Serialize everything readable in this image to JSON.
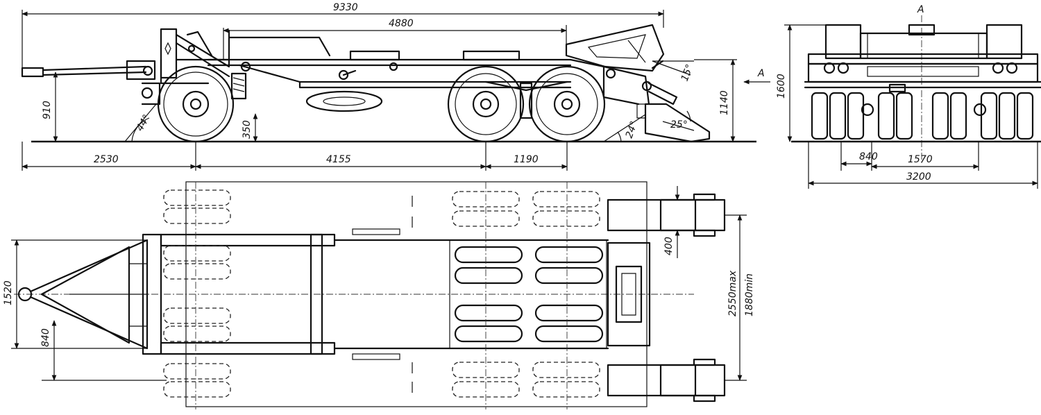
{
  "side_view": {
    "dimensions": {
      "overall_length": "9330",
      "platform_length": "4880",
      "drawbar_length": "2530",
      "wheelbase": "4155",
      "bogie_spacing": "1190",
      "drawbar_height": "910",
      "ground_clearance": "350",
      "deck_height": "1140"
    },
    "angles": {
      "approach": "44°",
      "ramp_rear": "24°",
      "ramp_mid": "25°",
      "ramp_top": "15°"
    },
    "view_arrow": "A"
  },
  "rear_view": {
    "title": "A",
    "dimensions": {
      "height": "1600",
      "inner_track": "840",
      "wheel_track": "1570",
      "overall_width": "3200"
    }
  },
  "plan_view": {
    "dimensions": {
      "hitch_width": "1520",
      "drawbar_offset": "840",
      "ramp_width": "400",
      "ramp_span_max": "2550max",
      "ramp_span_min": "1880min"
    }
  }
}
